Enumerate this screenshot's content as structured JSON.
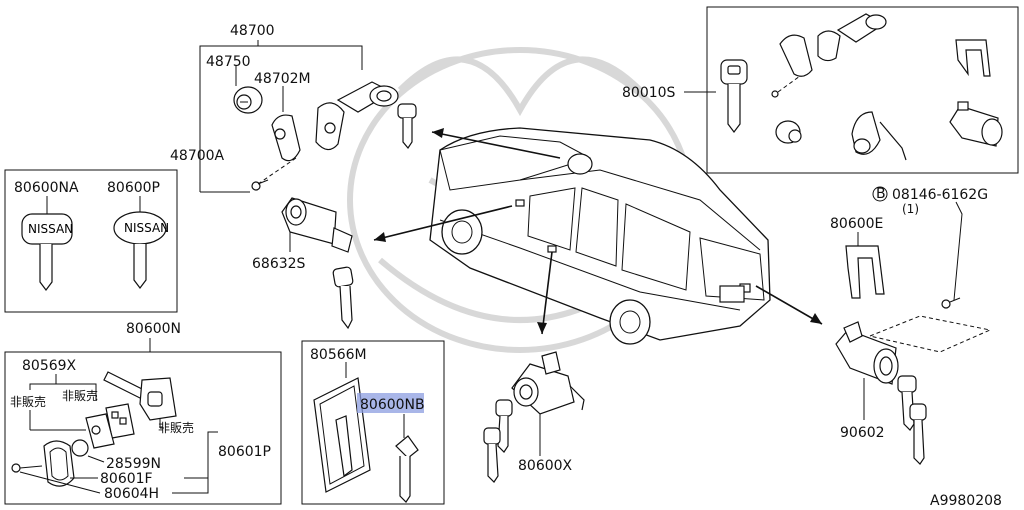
{
  "labels": {
    "p48700": "48700",
    "p48750": "48750",
    "p48702M": "48702M",
    "p48700A": "48700A",
    "p80010S": "80010S",
    "p80600NA": "80600NA",
    "p80600P": "80600P",
    "p68632S": "68632S",
    "bolt_circle": "B",
    "bolt_number": "08146-6162G",
    "bolt_qty": "(1)",
    "p80600E": "80600E",
    "p80600N": "80600N",
    "p80569X": "80569X",
    "not_for_sale_1": "非販売",
    "not_for_sale_2": "非販売",
    "not_for_sale_3": "非販売",
    "p28599N": "28599N",
    "p80601F": "80601F",
    "p80601P": "80601P",
    "p80604H": "80604H",
    "p80566M": "80566M",
    "p80600NB": "80600NB",
    "p80600X": "80600X",
    "p90602": "90602",
    "diagram_id": "A9980208"
  },
  "key_brand": "NISSAN",
  "colors": {
    "ink": "#111111",
    "highlight": "#8c9ee0",
    "watermark": "#d8d8d8"
  }
}
